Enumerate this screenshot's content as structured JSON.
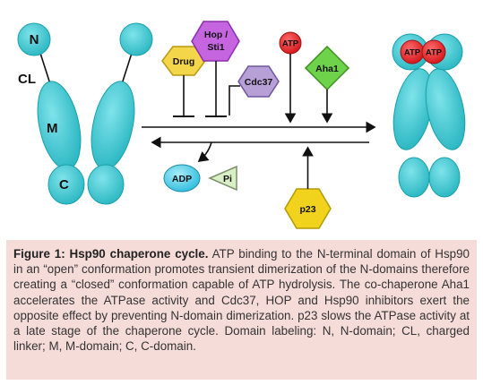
{
  "diagram": {
    "domain_labels": {
      "n": "N",
      "cl": "CL",
      "m": "M",
      "c": "C"
    },
    "nodes": {
      "hop_sti1": [
        "Hop /",
        "Sti1"
      ],
      "drug": "Drug",
      "cdc37": "Cdc37",
      "atp": "ATP",
      "aha1": "Aha1",
      "adp": "ADP",
      "pi": "Pi",
      "p23": "p23"
    },
    "closed_dimer": {
      "atp_left": "ATP",
      "atp_right": "ATP"
    },
    "colors": {
      "protein_domain": "#3ec5cf",
      "drug": "#f3d64a",
      "hop_sti1": "#c565e0",
      "cdc37": "#b7a0d6",
      "atp": "#e8282b",
      "aha1": "#6ed24a",
      "adp": "#3fc6e0",
      "pi": "#d9f0c6",
      "p23": "#f1d21c",
      "caption_background": "#f6dcd9"
    }
  },
  "caption": {
    "title": "Figure 1: Hsp90 chaperone cycle.",
    "body": " ATP binding to the N-terminal domain of Hsp90 in an “open” conformation promotes transient dimerization of the N-domains therefore creating a “closed” conformation capable of ATP hydrolysis. The co-chaperone Aha1 accelerates the ATPase activity and Cdc37, HOP and Hsp90 inhibitors exert the opposite effect by preventing N-domain dimerization. p23 slows the ATPase activity at a late stage of the chaperone cycle. Domain labeling: N, N-domain; CL, charged linker; M, M-domain; C, C-domain."
  }
}
